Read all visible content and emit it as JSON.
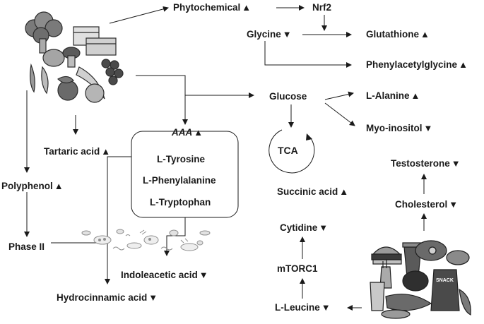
{
  "labels": {
    "phytochemical": "Phytochemical",
    "nrf2": "Nrf2",
    "glycine": "Glycine",
    "glutathione": "Glutathione",
    "phenylacetylglycine": "Phenylacetylglycine",
    "glucose": "Glucose",
    "l_alanine": "L-Alanine",
    "myo_inositol": "Myo-inositol",
    "tca": "TCA",
    "testosterone": "Testosterone",
    "succinic_acid": "Succinic acid",
    "cholesterol": "Cholesterol",
    "cytidine": "Cytidine",
    "mtorc1": "mTORC1",
    "l_leucine": "L-Leucine",
    "tartaric_acid": "Tartaric acid",
    "polyphenol": "Polyphenol",
    "phase_ii": "Phase II",
    "indoleacetic_acid": "Indoleacetic acid",
    "hydrocinnamic_acid": "Hydrocinnamic acid",
    "aaa": "AAA",
    "l_tyrosine": "L-Tyrosine",
    "l_phenylalanine": "L-Phenylalanine",
    "l_tryptophan": "L-Tryptophan",
    "snack": "SNACK"
  },
  "indicators": {
    "up": "▲",
    "down": "▼"
  },
  "icons": {
    "healthy_food": "vegetables-fruits-grains-icon",
    "gut_microbes": "gut-bacteria-icon",
    "junk_food": "fast-food-meat-snacks-icon",
    "tca_cycle": "circular-arrow-icon"
  }
}
